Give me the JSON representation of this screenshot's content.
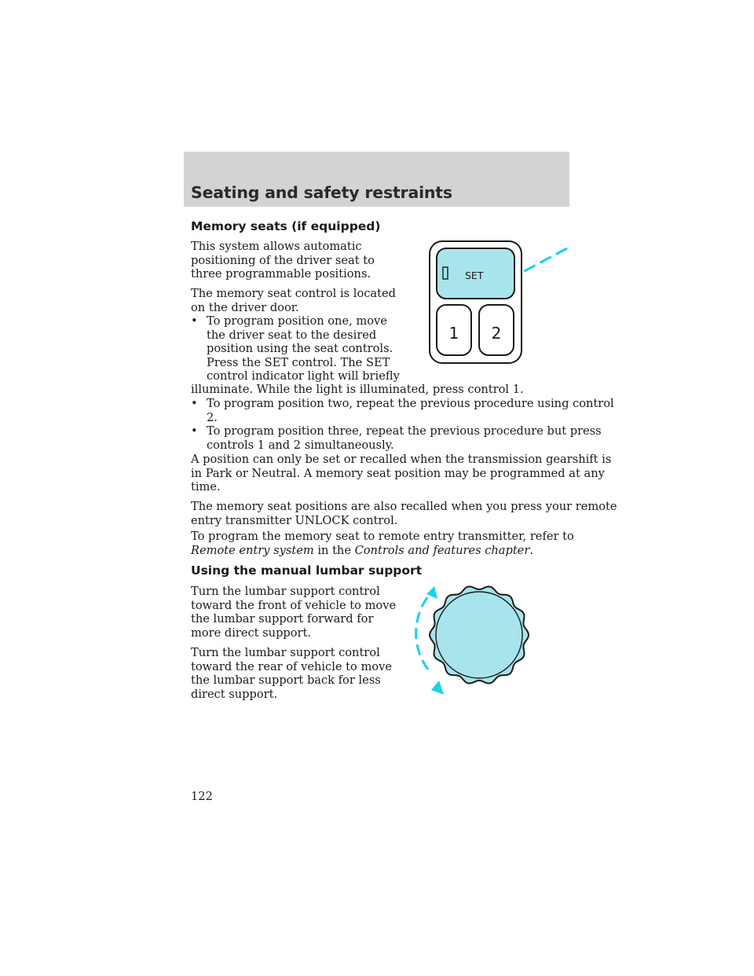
{
  "header": {
    "title": "Seating and safety restraints"
  },
  "memory_section": {
    "heading": "Memory seats (if equipped)",
    "para1": [
      "This system allows automatic",
      "positioning of the driver seat to",
      "three programmable positions."
    ],
    "para2": [
      "The memory seat control is located",
      "on the driver door."
    ],
    "bullet_symbol": "•",
    "bullet1": [
      "To program position one, move",
      "the driver seat to the desired",
      "position using the seat controls.",
      "Press the SET control. The SET",
      "control indicator light will briefly"
    ],
    "bullet1_tail": "illuminate. While the light is illuminated, press control 1.",
    "bullet2": [
      "To program position two, repeat the previous procedure using control",
      "2."
    ],
    "bullet3": [
      "To program position three, repeat the previous procedure but press",
      "controls 1 and 2 simultaneously."
    ],
    "para3": [
      "A position can only be set or recalled when the transmission gearshift is",
      "in Park or Neutral. A memory seat position may be programmed at any",
      "time."
    ],
    "para4": [
      "The memory seat positions are also recalled when you press your remote",
      "entry transmitter UNLOCK control."
    ],
    "para5_line1": "To program the memory seat to remote entry transmitter, refer to",
    "para5_link1": "Remote entry system",
    "para5_mid": " in the ",
    "para5_link2": "Controls and features chapter",
    "para5_end": "."
  },
  "memory_figure": {
    "set_label": "SET",
    "button1_label": "1",
    "button2_label": "2",
    "colors": {
      "panel_fill": "#a8e4ec",
      "callout": "#19d3e6",
      "outline": "#1a1a1a"
    }
  },
  "lumbar_section": {
    "heading": "Using the manual lumbar support",
    "para1": [
      "Turn the lumbar support control",
      "toward the front of vehicle to move",
      "the lumbar support forward for",
      "more direct support."
    ],
    "para2": [
      "Turn the lumbar support control",
      "toward the rear of vehicle to move",
      "the lumbar support back for less",
      "direct support."
    ]
  },
  "lumbar_figure": {
    "colors": {
      "knob_fill": "#a8e4ec",
      "arrow": "#19d3e6",
      "outline": "#1a1a1a"
    }
  },
  "page_number": "122"
}
